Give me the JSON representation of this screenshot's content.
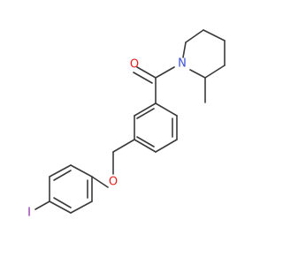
{
  "molecule": {
    "atoms": [
      {
        "id": "o_carbonyl",
        "symbol": "O",
        "color": "#e3211c"
      },
      {
        "id": "n_piperidine",
        "symbol": "N",
        "color": "#3a50d6"
      },
      {
        "id": "o_ether",
        "symbol": "O",
        "color": "#e3211c"
      },
      {
        "id": "i_iodo",
        "symbol": "I",
        "color": "#8b2aa8"
      }
    ],
    "bond_color": "#3a3a3a"
  }
}
